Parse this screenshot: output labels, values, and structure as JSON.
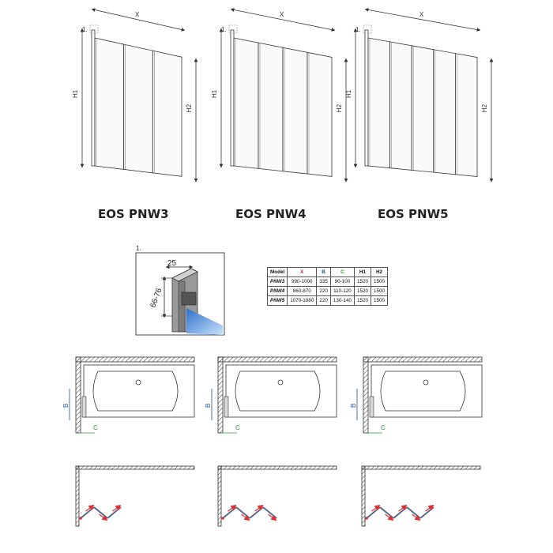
{
  "models": [
    {
      "title": "EOS PNW3",
      "panels": 3,
      "x_label": "X",
      "h1_label": "H1",
      "h2_label": "H2",
      "step": "1."
    },
    {
      "title": "EOS PNW4",
      "panels": 4,
      "x_label": "X",
      "h1_label": "H1",
      "h2_label": "H2",
      "step": "1."
    },
    {
      "title": "EOS PNW5",
      "panels": 5,
      "x_label": "X",
      "h1_label": "H1",
      "h2_label": "H2",
      "step": "1."
    }
  ],
  "detail": {
    "step": "1.",
    "width_label": "25",
    "depth_label": "66-76"
  },
  "table": {
    "headers": [
      "Model",
      "X",
      "B",
      "C",
      "H1",
      "H2"
    ],
    "header_colors": {
      "X": "#d62020",
      "B": "#1d4f9c",
      "C": "#2a9a2a"
    },
    "rows": [
      [
        "PNW3",
        "990-1000",
        "335",
        "90-100",
        "1520",
        "1500"
      ],
      [
        "PNW4",
        "860-870",
        "220",
        "110-120",
        "1520",
        "1500"
      ],
      [
        "PNW5",
        "1070-1080",
        "220",
        "130-140",
        "1520",
        "1500"
      ]
    ]
  },
  "plans": [
    {
      "b_label": "B",
      "c_label": "C"
    },
    {
      "b_label": "B",
      "c_label": "C"
    },
    {
      "b_label": "B",
      "c_label": "C"
    }
  ],
  "colors": {
    "line": "#333333",
    "arrow": "#e03030",
    "dim_b": "#1d4f9c",
    "dim_c": "#2a9a2a",
    "glass": "#4a8fd8"
  }
}
